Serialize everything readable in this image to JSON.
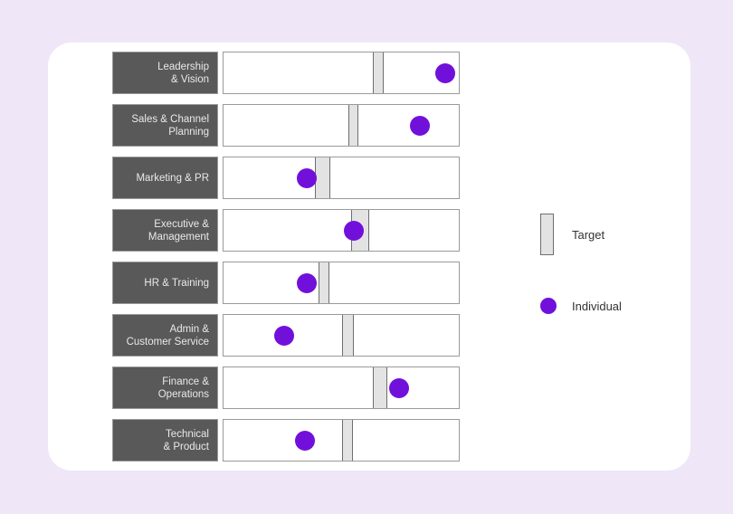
{
  "theme": {
    "page_background": "#EFE6F7",
    "card_background": "#FFFFFF",
    "label_background": "#595959",
    "label_text": "#E9E9E9",
    "track_background": "#FFFFFF",
    "track_border": "#9A9A9A",
    "target_band": "#E3E3E3",
    "target_band_border": "#6E6E6E",
    "individual_marker": "#7210DB",
    "legend_text": "#333333"
  },
  "chart_data": {
    "type": "bar",
    "title": "",
    "subtitle": "",
    "xlabel": "",
    "ylabel": "",
    "grid": false,
    "legend_position": "right",
    "xlim": [
      0,
      100
    ],
    "axis_visible": false,
    "categories": [
      "Leadership\n& Vision",
      "Sales & Channel\nPlanning",
      "Marketing & PR",
      "Executive &\nManagement",
      "HR & Training",
      "Admin &\nCustomer Service",
      "Finance &\nOperations",
      "Technical\n& Product"
    ],
    "series": [
      {
        "name": "Target",
        "type": "range-band",
        "bands": [
          {
            "start": 63.0,
            "end": 67.5
          },
          {
            "start": 52.5,
            "end": 57.0
          },
          {
            "start": 38.5,
            "end": 45.0
          },
          {
            "start": 54.0,
            "end": 61.5
          },
          {
            "start": 40.0,
            "end": 44.5
          },
          {
            "start": 50.0,
            "end": 55.0
          },
          {
            "start": 63.0,
            "end": 69.0
          },
          {
            "start": 50.0,
            "end": 54.5
          }
        ]
      },
      {
        "name": "Individual",
        "type": "marker",
        "values": [
          93.5,
          83.0,
          35.0,
          55.0,
          35.0,
          25.5,
          74.0,
          34.5
        ]
      }
    ]
  },
  "rows": [
    {
      "label": "Leadership\n& Vision",
      "target_start_pct": 63.0,
      "target_end_pct": 67.5,
      "individual_pct": 93.5
    },
    {
      "label": "Sales & Channel\nPlanning",
      "target_start_pct": 52.5,
      "target_end_pct": 57.0,
      "individual_pct": 83.0
    },
    {
      "label": "Marketing & PR",
      "target_start_pct": 38.5,
      "target_end_pct": 45.0,
      "individual_pct": 35.0
    },
    {
      "label": "Executive &\nManagement",
      "target_start_pct": 54.0,
      "target_end_pct": 61.5,
      "individual_pct": 55.0
    },
    {
      "label": "HR & Training",
      "target_start_pct": 40.0,
      "target_end_pct": 44.5,
      "individual_pct": 35.0
    },
    {
      "label": "Admin &\nCustomer Service",
      "target_start_pct": 50.0,
      "target_end_pct": 55.0,
      "individual_pct": 25.5
    },
    {
      "label": "Finance &\nOperations",
      "target_start_pct": 63.0,
      "target_end_pct": 69.0,
      "individual_pct": 74.0
    },
    {
      "label": "Technical\n& Product",
      "target_start_pct": 50.0,
      "target_end_pct": 54.5,
      "individual_pct": 34.5
    }
  ],
  "legend": {
    "target_label": "Target",
    "individual_label": "Individual"
  }
}
